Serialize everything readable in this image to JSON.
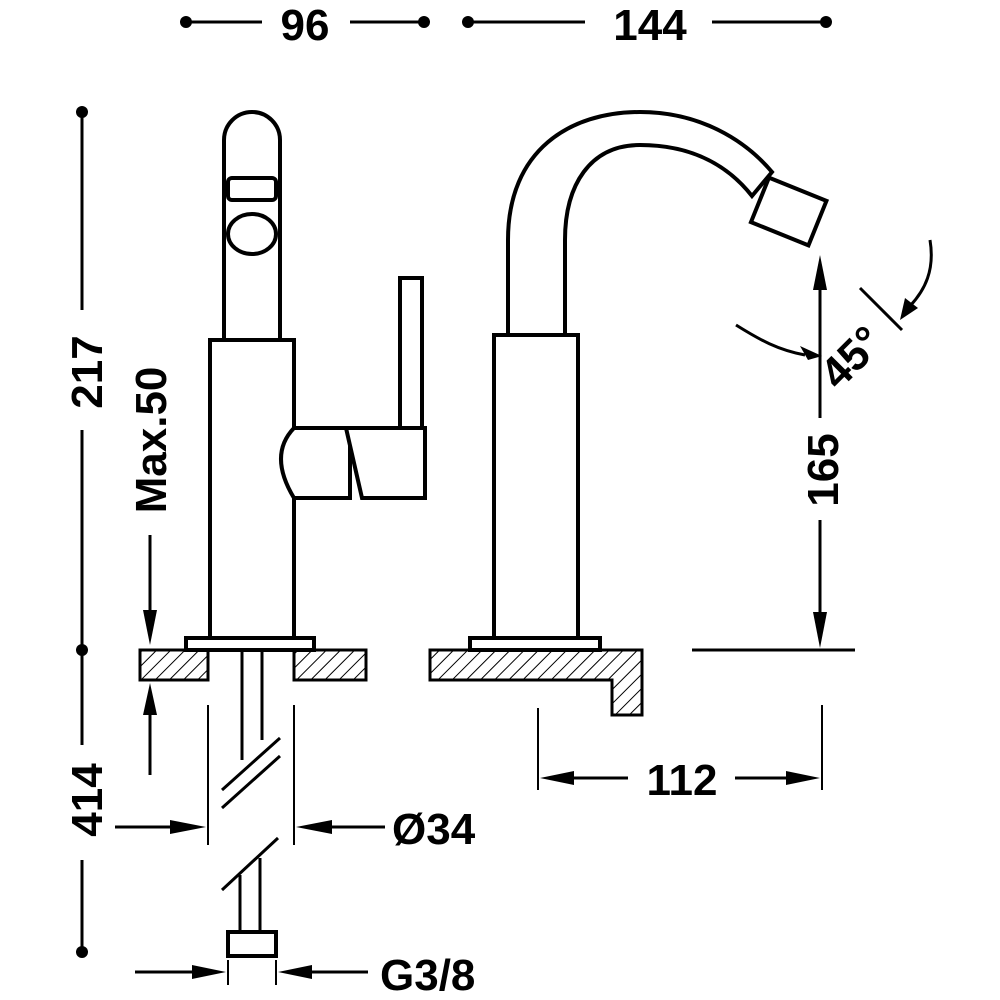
{
  "dimensions": {
    "top_left_width": "96",
    "top_right_width": "144",
    "total_height": "217",
    "max_deck_thickness": "Max.50",
    "spout_height": "165",
    "spout_angle": "45°",
    "below_deck_length": "414",
    "spout_reach": "112",
    "tail_diameter": "Ø34",
    "connection_thread": "G3/8"
  },
  "colors": {
    "line": "#000000",
    "background": "#ffffff"
  }
}
